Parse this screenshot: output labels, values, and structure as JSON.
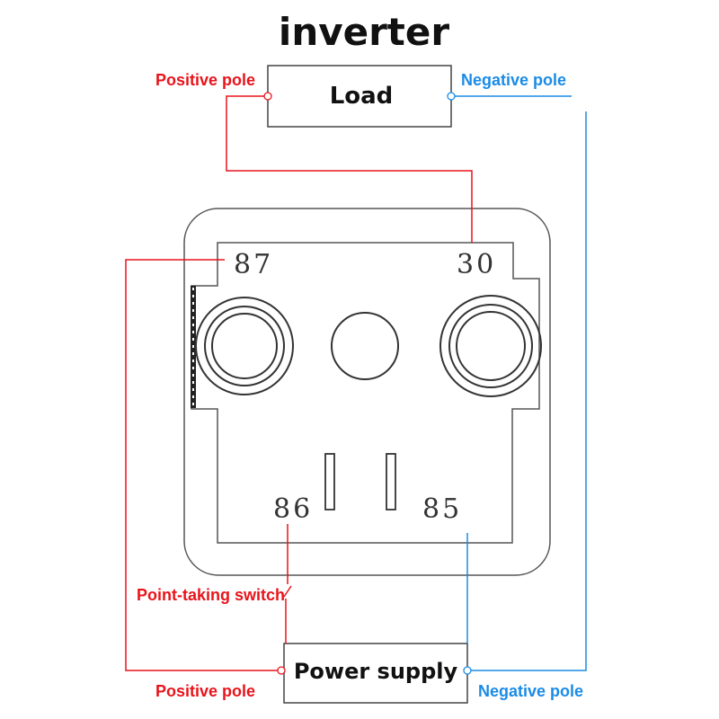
{
  "title": "inverter",
  "load": {
    "label": "Load",
    "positive": "Positive pole",
    "negative": "Negative pole"
  },
  "relay": {
    "pins": {
      "p87": "87",
      "p30": "30",
      "p86": "86",
      "p85": "85"
    }
  },
  "switch_label": "Point-taking switch",
  "power": {
    "label": "Power supply",
    "positive": "Positive pole",
    "negative": "Negative pole"
  },
  "colors": {
    "positive": "#e8141b",
    "negative": "#1a8be6",
    "outline": "#444444"
  }
}
